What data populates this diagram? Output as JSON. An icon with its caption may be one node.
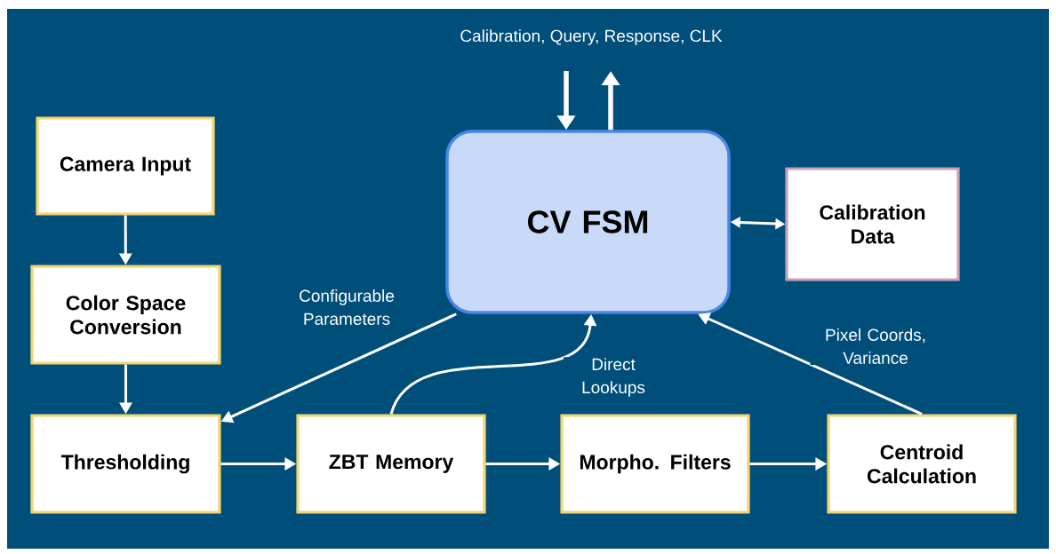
{
  "diagram": {
    "nodes": [
      {
        "text": [
          "Camera Input"
        ]
      },
      {
        "text": [
          "Color Space Conversion"
        ]
      },
      {
        "text": [
          "Thresholding"
        ]
      },
      {
        "text": [
          "ZBT Memory"
        ]
      },
      {
        "text": [
          "Morpho. Filters"
        ]
      },
      {
        "text": [
          "Centroid Calculation"
        ]
      },
      {
        "text": [
          "CV FSM"
        ]
      },
      {
        "text": [
          "Calibration Data"
        ]
      }
    ],
    "edges": [
      {
        "from": 0,
        "to": 1,
        "arrow": "to"
      },
      {
        "from": 1,
        "to": 2,
        "arrow": "to"
      },
      {
        "from": 2,
        "to": 3,
        "arrow": "to"
      },
      {
        "from": 3,
        "to": 4,
        "arrow": "to"
      },
      {
        "from": 4,
        "to": 5,
        "arrow": "to"
      },
      {
        "from": 6,
        "to": 2,
        "arrow": "to",
        "label": "Configurable Parameters"
      },
      {
        "from": 3,
        "to": 6,
        "arrow": "to",
        "label": "Direct Lookups"
      },
      {
        "from": 5,
        "to": 6,
        "arrow": "to",
        "label": "Pixel Coords, Variance"
      },
      {
        "from": 6,
        "to": 7,
        "arrow": "both"
      },
      {
        "from": null,
        "to": 6,
        "arrow": "to",
        "style": "thick"
      },
      {
        "from": 6,
        "to": null,
        "arrow": "to",
        "style": "thick"
      }
    ],
    "labels": [
      "Calibration, Query, Response, CLK"
    ]
  }
}
